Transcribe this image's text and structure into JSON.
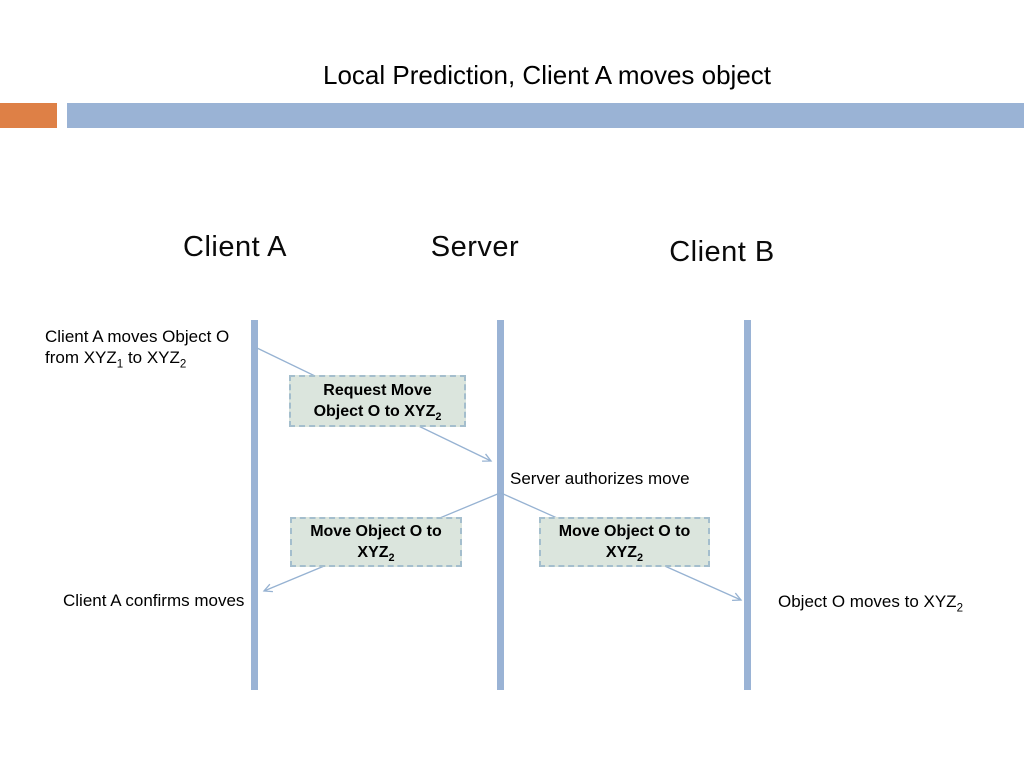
{
  "slide": {
    "title": "Local Prediction, Client A moves object"
  },
  "colors": {
    "accent_blue": "#9ab3d5",
    "accent_orange": "#de8046",
    "box_fill": "#dbe5dd",
    "box_border": "#a4becd",
    "arrow": "#96b2d2",
    "text": "#000000"
  },
  "lifelines": [
    {
      "label": "Client A"
    },
    {
      "label": "Server"
    },
    {
      "label": "Client B"
    }
  ],
  "boxes": [
    {
      "line1": "Request Move",
      "line2_pre": "Object O to XYZ",
      "line2_sub": "2"
    },
    {
      "line1": "Move Object O to",
      "line2_pre": "XYZ",
      "line2_sub": "2"
    },
    {
      "line1": "Move Object O to",
      "line2_pre": "XYZ",
      "line2_sub": "2"
    }
  ],
  "annotations": {
    "client_a_moves": {
      "line1": "Client A moves Object O",
      "line2_pre": "from XYZ",
      "sub1": "1",
      "line2_mid": " to XYZ",
      "sub2": "2"
    },
    "server_authorizes": "Server authorizes move",
    "client_a_confirms": "Client A confirms moves",
    "object_o_moves": {
      "pre": "Object O moves to XYZ",
      "sub": "2"
    }
  }
}
